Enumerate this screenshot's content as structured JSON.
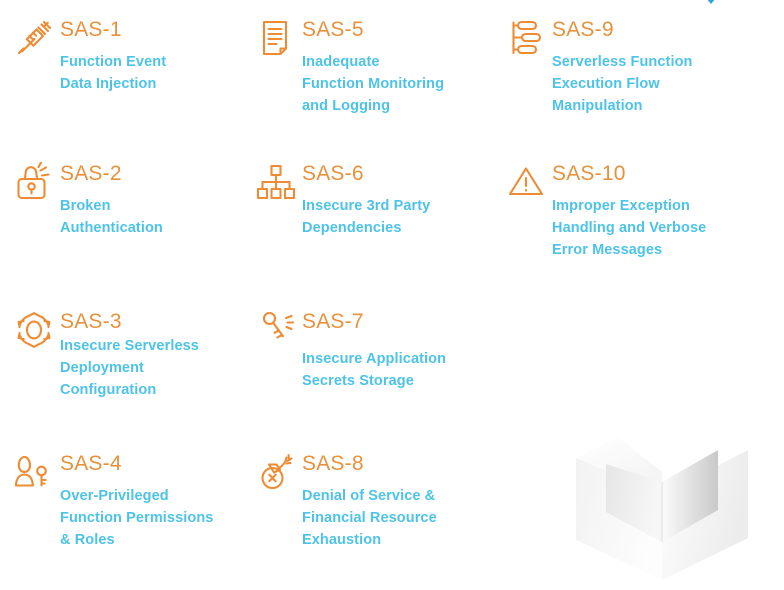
{
  "page": {
    "background_color": "#ffffff",
    "accent_title_color": "#e8913c",
    "accent_desc_color": "#4dc3e8",
    "top_accent_color": "#2ba6dd"
  },
  "items": [
    {
      "id": "sas-1",
      "icon": "syringe-icon",
      "title": "SAS-1",
      "description": "Function Event\nData Injection"
    },
    {
      "id": "sas-2",
      "icon": "broken-padlock-icon",
      "title": "SAS-2",
      "description": "Broken\nAuthentication"
    },
    {
      "id": "sas-3",
      "icon": "gear-icon",
      "title": "SAS-3",
      "description": "Insecure Serverless\nDeployment\nConfiguration"
    },
    {
      "id": "sas-4",
      "icon": "user-with-key-icon",
      "title": "SAS-4",
      "description": "Over-Privileged\nFunction Permissions\n& Roles"
    },
    {
      "id": "sas-5",
      "icon": "document-log-icon",
      "title": "SAS-5",
      "description": "Inadequate\nFunction Monitoring\nand Logging"
    },
    {
      "id": "sas-6",
      "icon": "hierarchy-tree-icon",
      "title": "SAS-6",
      "description": "Insecure 3rd Party\nDependencies"
    },
    {
      "id": "sas-7",
      "icon": "key-icon",
      "title": "SAS-7",
      "description": "Insecure Application\nSecrets Storage"
    },
    {
      "id": "sas-8",
      "icon": "bomb-icon",
      "title": "SAS-8",
      "description": "Denial of Service &\nFinancial Resource\nExhaustion"
    },
    {
      "id": "sas-9",
      "icon": "flow-diagram-icon",
      "title": "SAS-9",
      "description": "Serverless Function\nExecution Flow\nManipulation"
    },
    {
      "id": "sas-10",
      "icon": "warning-triangle-icon",
      "title": "SAS-10",
      "description": "Improper Exception\nHandling and Verbose\nError Messages"
    }
  ],
  "decoration": {
    "cube_graphic": "abstract-3d-open-box",
    "top_chevron": "blue-chevron-partial"
  }
}
